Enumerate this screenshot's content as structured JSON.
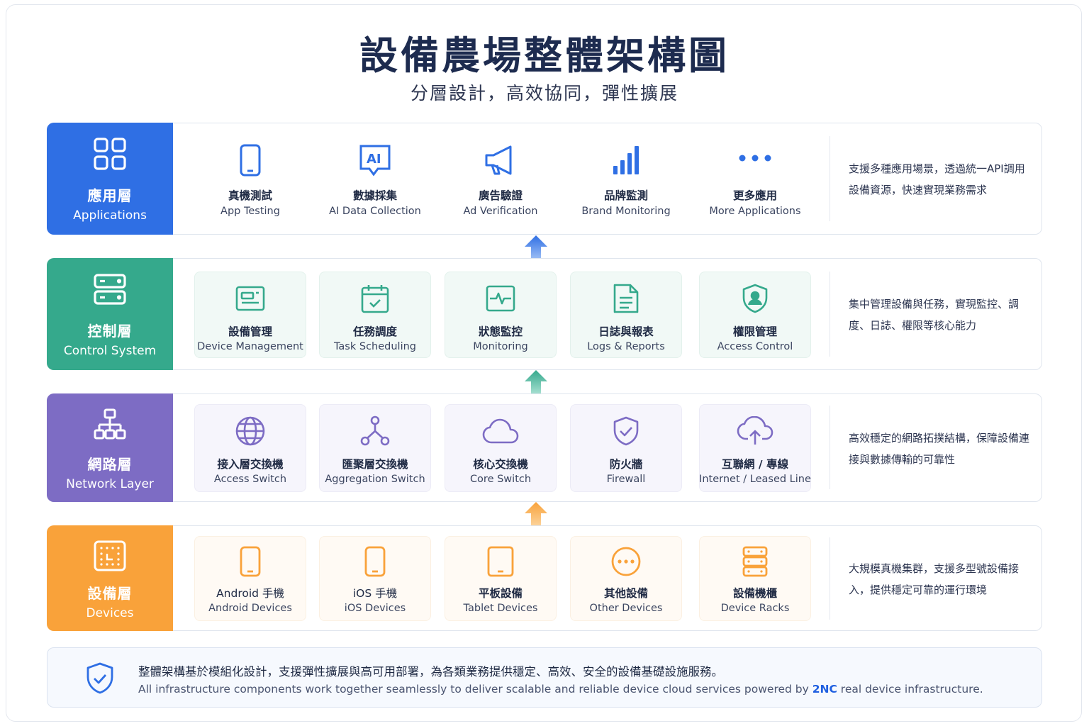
{
  "header": {
    "title": "設備農場整體架構圖",
    "subtitle": "分層設計，高效協同，彈性擴展"
  },
  "colors": {
    "applications": "#2f6fe4",
    "control": "#35a98c",
    "network": "#7d6cc4",
    "devices": "#f9a23a"
  },
  "layers": {
    "applications": {
      "name_zh": "應用層",
      "name_en": "Applications",
      "icon": "grid-icon",
      "items": [
        {
          "zh": "真機測試",
          "en": "App Testing",
          "icon": "phone-icon"
        },
        {
          "zh": "數據採集",
          "en": "AI Data Collection",
          "icon": "ai-icon"
        },
        {
          "zh": "廣告驗證",
          "en": "Ad Verification",
          "icon": "megaphone-icon"
        },
        {
          "zh": "品牌監測",
          "en": "Brand Monitoring",
          "icon": "bar-chart-icon"
        },
        {
          "zh": "更多應用",
          "en": "More Applications",
          "icon": "more-icon"
        }
      ],
      "description": "支援多種應用場景，透過統一API調用設備資源，快速實現業務需求"
    },
    "control": {
      "name_zh": "控制層",
      "name_en": "Control System",
      "icon": "server-icon",
      "items": [
        {
          "zh": "設備管理",
          "en": "Device Management",
          "icon": "device-manage-icon"
        },
        {
          "zh": "任務調度",
          "en": "Task Scheduling",
          "icon": "calendar-check-icon"
        },
        {
          "zh": "狀態監控",
          "en": "Monitoring",
          "icon": "pulse-monitor-icon"
        },
        {
          "zh": "日誌與報表",
          "en": "Logs & Reports",
          "icon": "document-icon"
        },
        {
          "zh": "權限管理",
          "en": "Access Control",
          "icon": "shield-user-icon"
        }
      ],
      "description": "集中管理設備與任務，實現監控、調度、日誌、權限等核心能力"
    },
    "network": {
      "name_zh": "網路層",
      "name_en": "Network Layer",
      "icon": "network-tree-icon",
      "items": [
        {
          "zh": "接入層交換機",
          "en": "Access Switch",
          "icon": "globe-icon"
        },
        {
          "zh": "匯聚層交換機",
          "en": "Aggregation Switch",
          "icon": "nodes-icon"
        },
        {
          "zh": "核心交換機",
          "en": "Core Switch",
          "icon": "cloud-icon"
        },
        {
          "zh": "防火牆",
          "en": "Firewall",
          "icon": "shield-check-icon"
        },
        {
          "zh": "互聯網 / 專線",
          "en": "Internet / Leased Line",
          "icon": "cloud-upload-icon"
        }
      ],
      "description": "高效穩定的網路拓撲結構，保障設備連接與數據傳輸的可靠性"
    },
    "devices": {
      "name_zh": "設備層",
      "name_en": "Devices",
      "icon": "device-grid-icon",
      "items": [
        {
          "zh": "Android 手機",
          "en": "Android Devices",
          "icon": "phone-icon"
        },
        {
          "zh": "iOS 手機",
          "en": "iOS Devices",
          "icon": "phone-icon"
        },
        {
          "zh": "平板設備",
          "en": "Tablet Devices",
          "icon": "tablet-icon"
        },
        {
          "zh": "其他設備",
          "en": "Other Devices",
          "icon": "more-circle-icon"
        },
        {
          "zh": "設備機櫃",
          "en": "Device Racks",
          "icon": "rack-icon"
        }
      ],
      "description": "大規模真機集群，支援多型號設備接入，提供穩定可靠的運行環境"
    }
  },
  "footer": {
    "zh": "整體架構基於模組化設計，支援彈性擴展與高可用部署，為各類業務提供穩定、高效、安全的設備基礎設施服務。",
    "en_before": "All infrastructure components work together seamlessly to deliver scalable and reliable device cloud services powered by ",
    "brand": "2NC",
    "en_after": " real device infrastructure."
  }
}
